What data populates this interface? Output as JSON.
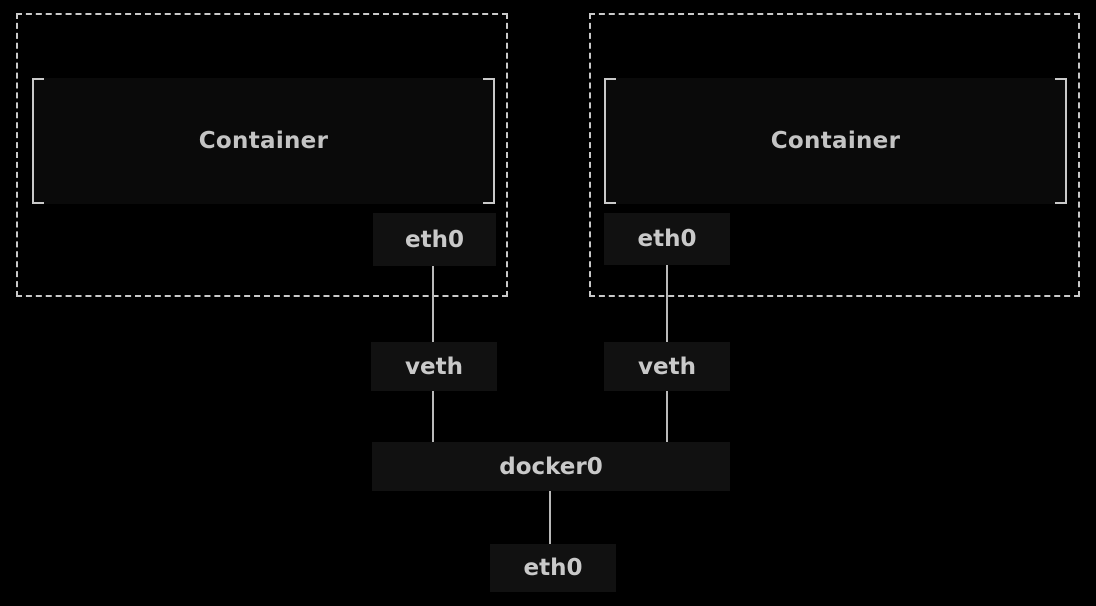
{
  "nodes": {
    "container_left": {
      "label": "Container"
    },
    "container_right": {
      "label": "Container"
    },
    "eth_container_left": {
      "label": "eth0"
    },
    "eth_container_right": {
      "label": "eth0"
    },
    "veth_left": {
      "label": "veth"
    },
    "veth_right": {
      "label": "veth"
    },
    "bridge": {
      "label": "docker0"
    },
    "eth_host": {
      "label": "eth0"
    }
  },
  "edges": [
    {
      "from": "eth_container_left",
      "to": "veth_left"
    },
    {
      "from": "veth_left",
      "to": "bridge"
    },
    {
      "from": "eth_container_right",
      "to": "veth_right"
    },
    {
      "from": "veth_right",
      "to": "bridge"
    },
    {
      "from": "bridge",
      "to": "eth_host"
    }
  ],
  "colors": {
    "background": "#000000",
    "dashed_border": "#c9c9c9",
    "bracket": "#c9c9c9",
    "container_fill": "#0a0a0a",
    "node_fill": "#111111",
    "text": "#c9c9c9",
    "connector": "#b9b9b9"
  }
}
